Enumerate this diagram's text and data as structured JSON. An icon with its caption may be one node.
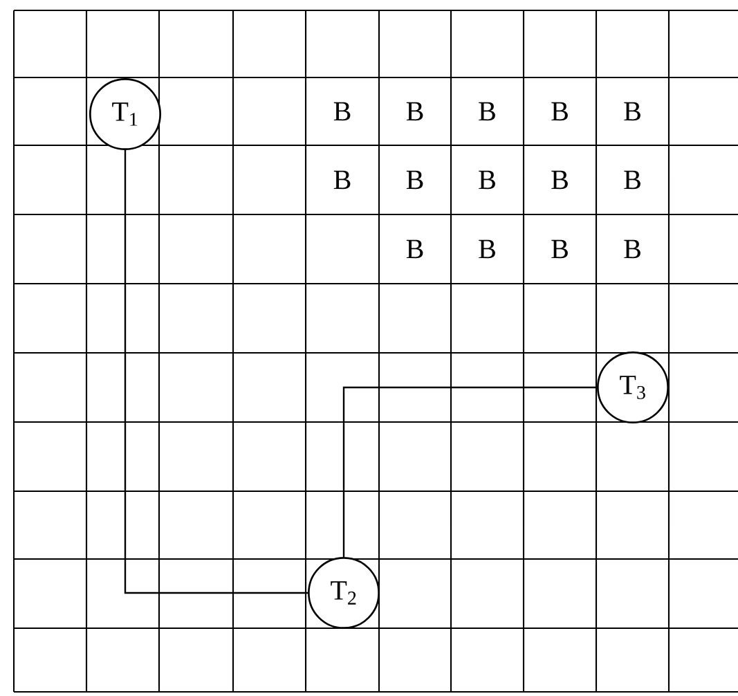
{
  "diagram": {
    "nodes": [
      {
        "text": [
          "T$_{1}$"
        ]
      },
      {
        "text": [
          "T$_{2}$"
        ]
      },
      {
        "text": [
          "T$_{3}$"
        ]
      }
    ],
    "edges": [
      {
        "from": 0,
        "to": 1,
        "arrow": "none"
      },
      {
        "from": 1,
        "to": 2,
        "arrow": "none"
      }
    ],
    "labels": [
      "B",
      "B",
      "B",
      "B",
      "B",
      "B",
      "B",
      "B",
      "B",
      "B",
      "B",
      "B",
      "B",
      "B"
    ]
  }
}
